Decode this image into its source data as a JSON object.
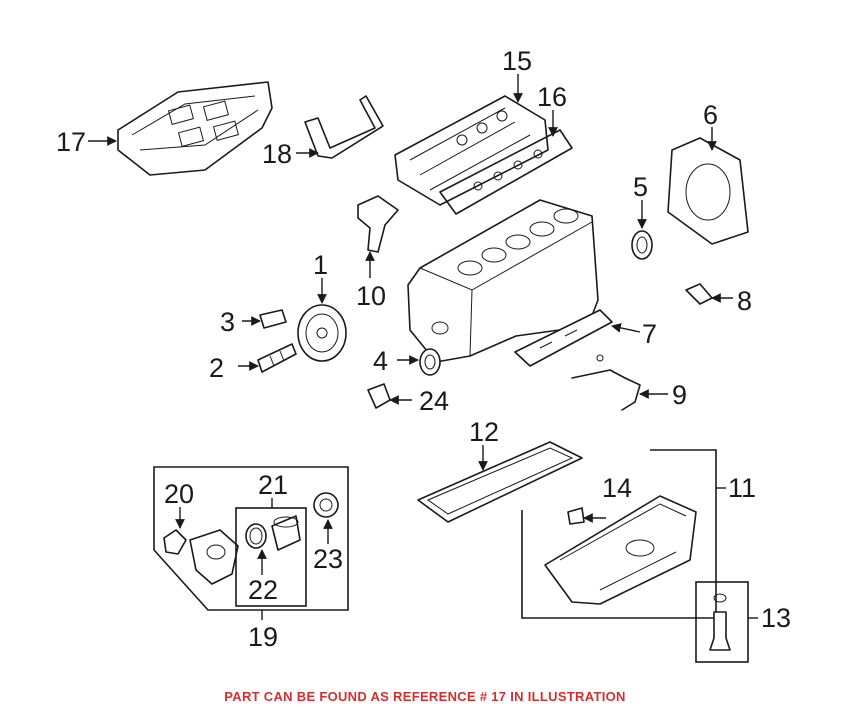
{
  "callouts": {
    "n1": "1",
    "n2": "2",
    "n3": "3",
    "n4": "4",
    "n5": "5",
    "n6": "6",
    "n7": "7",
    "n8": "8",
    "n9": "9",
    "n10": "10",
    "n11": "11",
    "n12": "12",
    "n13": "13",
    "n14": "14",
    "n15": "15",
    "n16": "16",
    "n17": "17",
    "n18": "18",
    "n19": "19",
    "n20": "20",
    "n21": "21",
    "n22": "22",
    "n23": "23",
    "n24": "24"
  },
  "footer_note": "PART CAN BE FOUND AS REFERENCE # 17 IN ILLUSTRATION",
  "colors": {
    "note": "#d32f2f",
    "lines": "#1a1a1a",
    "background": "#ffffff"
  }
}
